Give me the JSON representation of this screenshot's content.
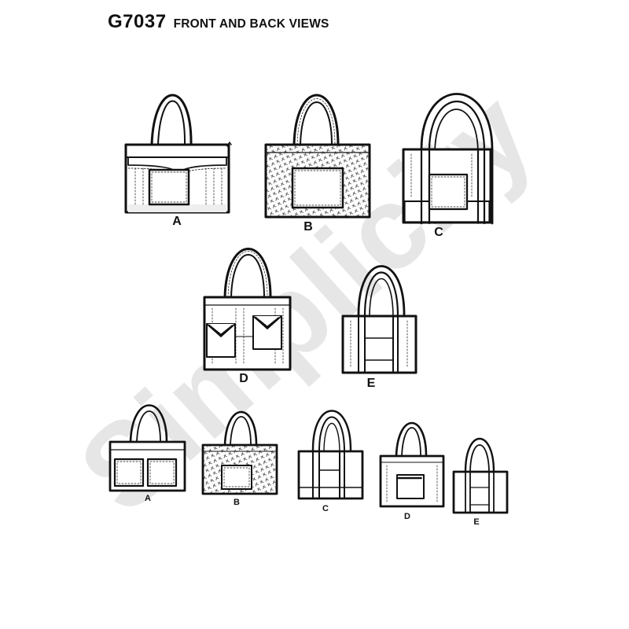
{
  "header": {
    "code": "G7037",
    "subtitle": "FRONT AND BACK VIEWS"
  },
  "watermark": {
    "text": "Simplicity",
    "color": "#e6e6e6"
  },
  "views": {
    "large": [
      {
        "label": "A",
        "style": "flap-pocket"
      },
      {
        "label": "B",
        "style": "quilted"
      },
      {
        "label": "C",
        "style": "long-straps"
      },
      {
        "label": "D",
        "style": "lace-pockets"
      },
      {
        "label": "E",
        "style": "long-straps"
      }
    ],
    "small": [
      {
        "label": "A",
        "style": "two-pockets"
      },
      {
        "label": "B",
        "style": "quilted"
      },
      {
        "label": "C",
        "style": "long-straps"
      },
      {
        "label": "D",
        "style": "lace-pocket"
      },
      {
        "label": "E",
        "style": "long-straps"
      }
    ]
  },
  "colors": {
    "line": "#111111",
    "accent_band": "#dedede"
  }
}
